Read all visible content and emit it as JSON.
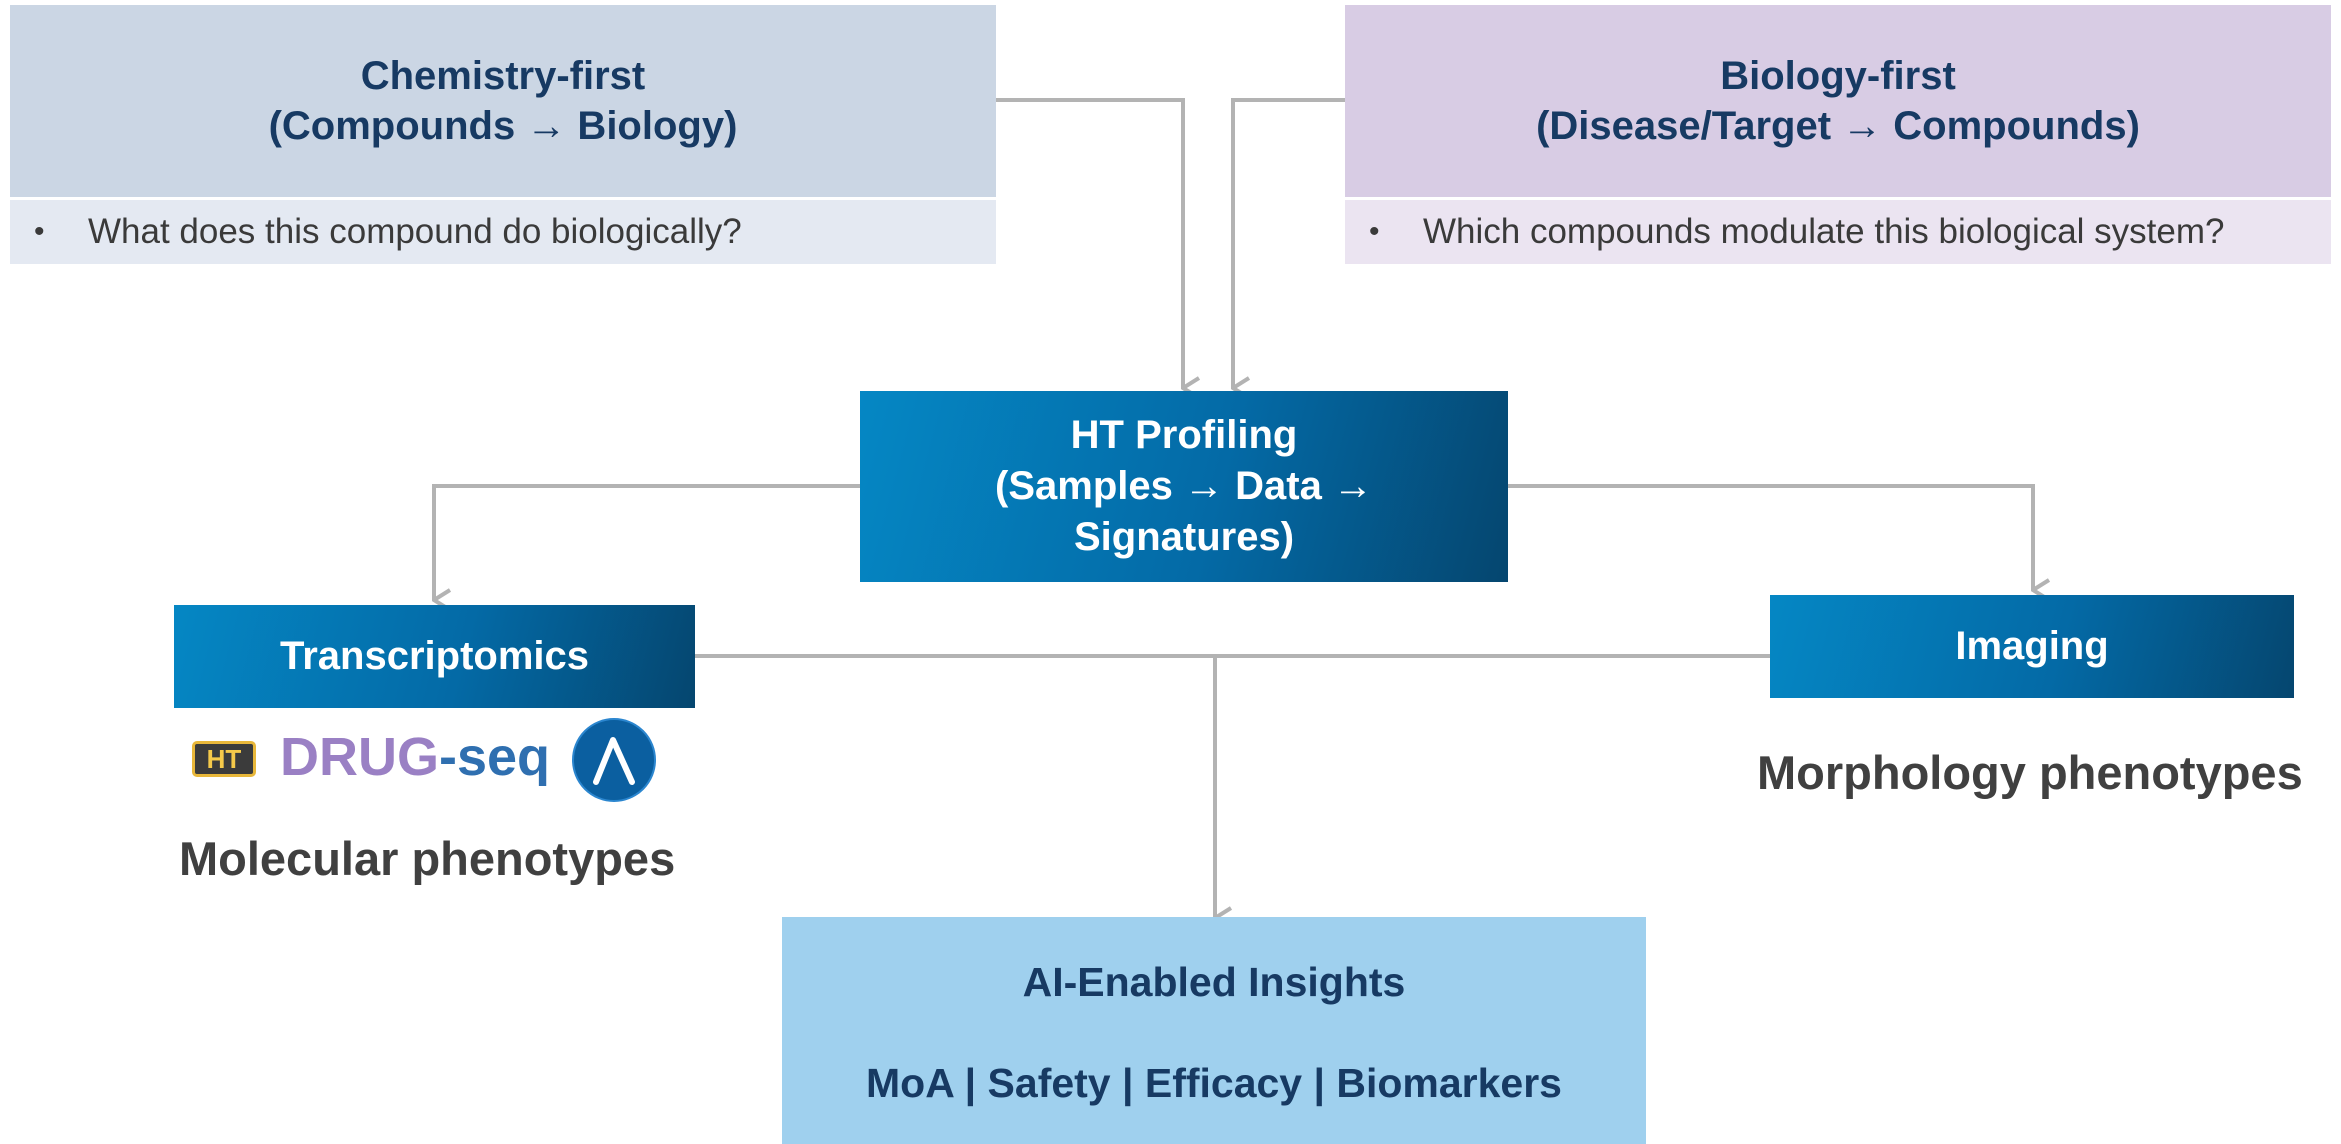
{
  "chemistry": {
    "title_line1": "Chemistry-first",
    "title_line2": "(Compounds → Biology)",
    "bullet": "•",
    "question": "What does this compound do biologically?"
  },
  "biology": {
    "title_line1": "Biology-first",
    "title_line2": "(Disease/Target → Compounds)",
    "bullet": "•",
    "question": "Which compounds modulate this biological system?"
  },
  "profiling": {
    "line1": "HT Profiling",
    "line2": "(Samples → Data →",
    "line3": "Signatures)"
  },
  "transcriptomics": {
    "label": "Transcriptomics",
    "ht_badge": "HT",
    "drug_text": "DRUG",
    "seq_text": "-seq",
    "logo_icon": "lambda-logo-icon",
    "caption": "Molecular phenotypes"
  },
  "imaging": {
    "label": "Imaging",
    "caption": "Morphology phenotypes"
  },
  "insights": {
    "title": "AI-Enabled Insights",
    "subtitle": "MoA | Safety | Efficacy | Biomarkers"
  },
  "colors": {
    "chem_header": "#cbd6e4",
    "chem_sub": "#e4e9f2",
    "bio_header": "#d8cce4",
    "bio_sub": "#ebe4f1",
    "box_gradient_start": "#0587c4",
    "box_gradient_end": "#05466f",
    "insights_bg": "#9fd0ee",
    "connector": "#b3b3b3",
    "drug_purple": "#9a80c4",
    "seq_blue": "#2f6fb0"
  }
}
